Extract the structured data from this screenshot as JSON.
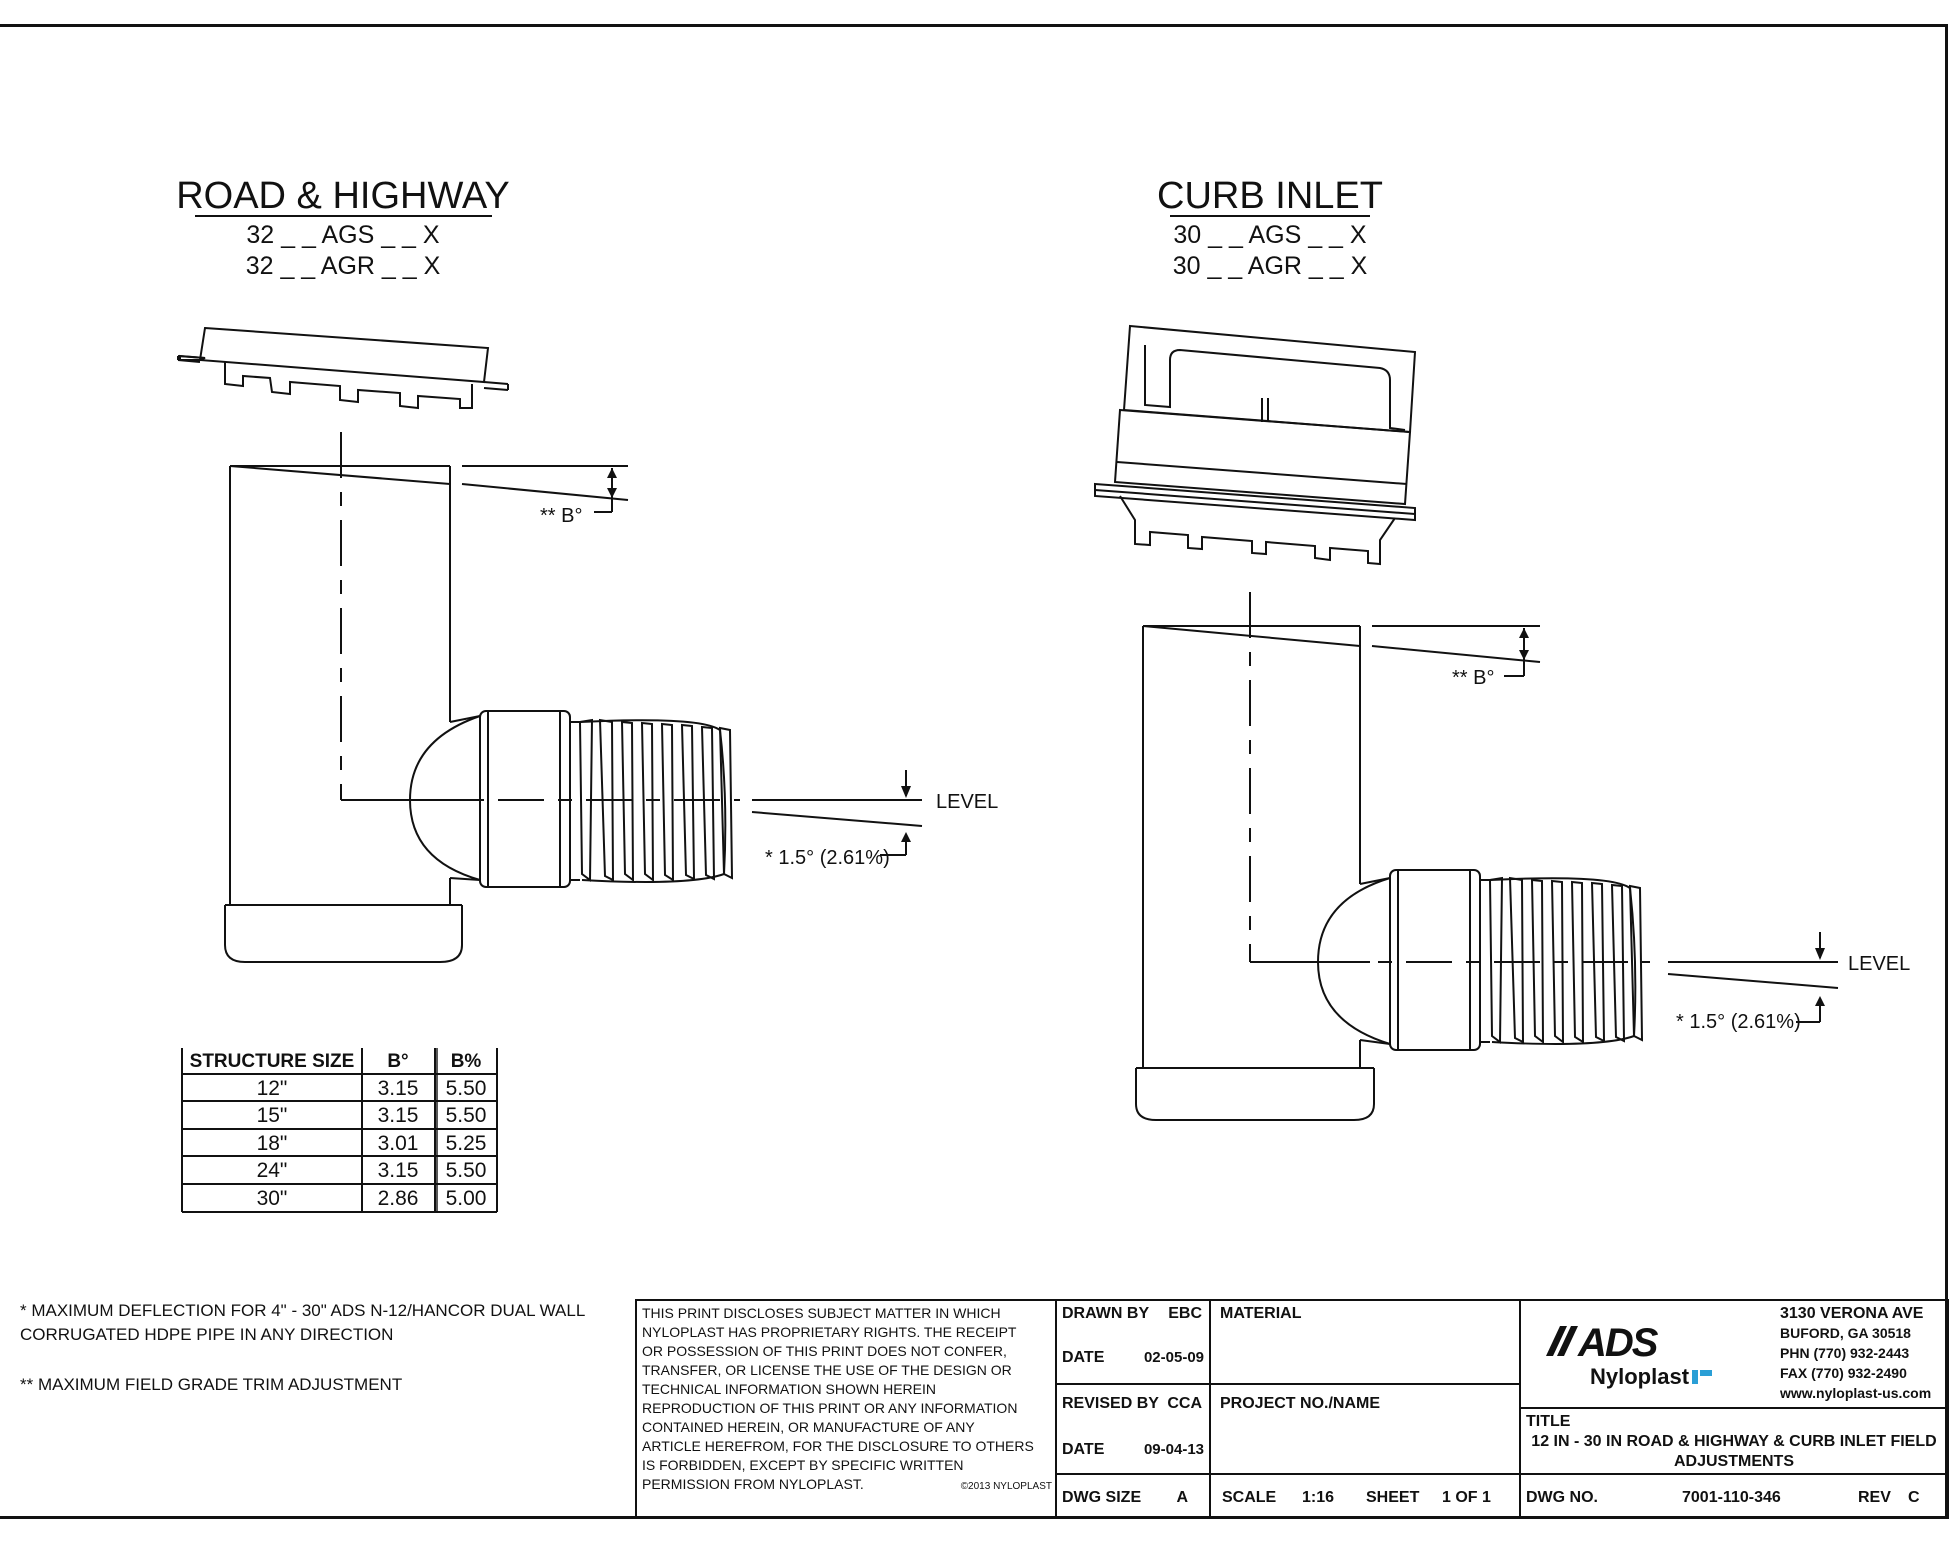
{
  "left_view": {
    "title": "ROAD & HIGHWAY",
    "codes": [
      "32 _ _ AGS _ _ X",
      "32 _ _ AGR _ _ X"
    ],
    "b_label": "** B°",
    "level_label": "LEVEL",
    "angle_label": "* 1.5° (2.61%)"
  },
  "right_view": {
    "title": "CURB INLET",
    "codes": [
      "30 _ _ AGS _ _ X",
      "30 _ _ AGR _ _ X"
    ],
    "b_label": "** B°",
    "level_label": "LEVEL",
    "angle_label": "* 1.5° (2.61%)"
  },
  "size_table": {
    "headers": [
      "STRUCTURE SIZE",
      "B°",
      "B%"
    ],
    "rows": [
      [
        "12\"",
        "3.15",
        "5.50"
      ],
      [
        "15\"",
        "3.15",
        "5.50"
      ],
      [
        "18\"",
        "3.01",
        "5.25"
      ],
      [
        "24\"",
        "3.15",
        "5.50"
      ],
      [
        "30\"",
        "2.86",
        "5.00"
      ]
    ]
  },
  "notes": {
    "note1_line1": "* MAXIMUM DEFLECTION FOR 4\" - 30\" ADS N-12/HANCOR DUAL WALL",
    "note1_line2": "CORRUGATED HDPE PIPE IN ANY DIRECTION",
    "note2": "** MAXIMUM FIELD GRADE TRIM ADJUSTMENT"
  },
  "disclaimer": {
    "lines": [
      "THIS PRINT DISCLOSES SUBJECT MATTER IN WHICH",
      "NYLOPLAST HAS PROPRIETARY RIGHTS. THE RECEIPT",
      "OR POSSESSION OF THIS PRINT DOES NOT CONFER,",
      "TRANSFER, OR LICENSE THE USE OF THE DESIGN OR",
      "TECHNICAL INFORMATION SHOWN HEREIN",
      "REPRODUCTION OF THIS PRINT OR ANY INFORMATION",
      "CONTAINED HEREIN, OR MANUFACTURE OF ANY",
      "ARTICLE HEREFROM, FOR THE DISCLOSURE TO OTHERS",
      "IS FORBIDDEN, EXCEPT BY SPECIFIC WRITTEN",
      "PERMISSION FROM NYLOPLAST."
    ],
    "copyright": "©2013 NYLOPLAST"
  },
  "title_block": {
    "drawn_by_label": "DRAWN BY",
    "drawn_by": "EBC",
    "date_label": "DATE",
    "date": "02-05-09",
    "revised_by_label": "REVISED BY",
    "revised_by": "CCA",
    "date2_label": "DATE",
    "date2": "09-04-13",
    "dwg_size_label": "DWG SIZE",
    "dwg_size": "A",
    "material_label": "MATERIAL",
    "project_label": "PROJECT NO./NAME",
    "scale_label": "SCALE",
    "scale": "1:16",
    "sheet_label": "SHEET",
    "sheet": "1 OF 1",
    "logo_main": "ADS",
    "logo_sub": "Nyloplast",
    "address": [
      "3130 VERONA AVE",
      "BUFORD, GA 30518",
      "PHN (770) 932-2443",
      "FAX (770) 932-2490",
      "www.nyloplast-us.com"
    ],
    "title_label": "TITLE",
    "title_line1": "12 IN - 30 IN ROAD & HIGHWAY & CURB INLET FIELD",
    "title_line2": "ADJUSTMENTS",
    "dwg_no_label": "DWG NO.",
    "dwg_no": "7001-110-346",
    "rev_label": "REV",
    "rev": "C"
  }
}
